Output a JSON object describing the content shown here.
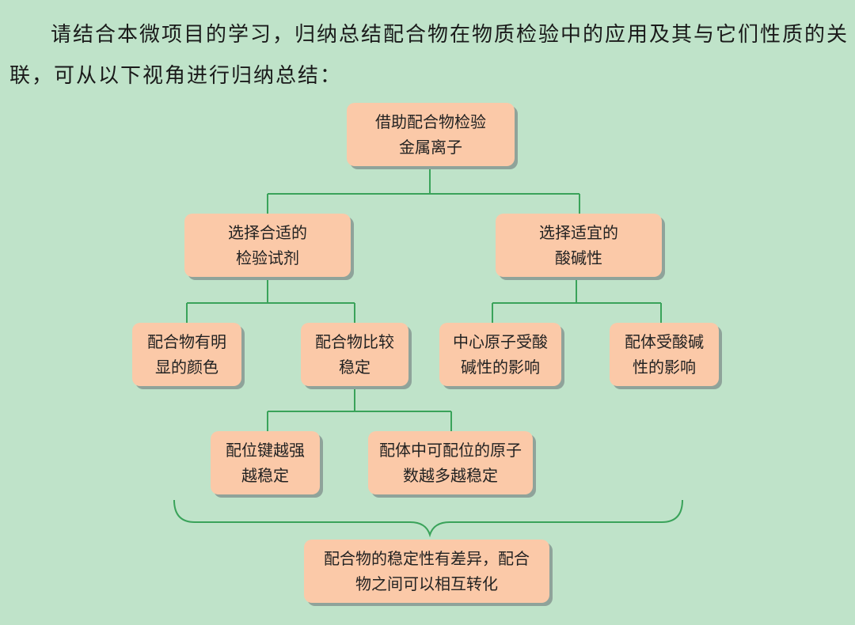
{
  "intro": "请结合本微项目的学习，归纳总结配合物在物质检验中的应用及其与它们性质的关联，可从以下视角进行归纳总结：",
  "nodes": {
    "root": {
      "line1": "借助配合物检验",
      "line2": "金属离子"
    },
    "reagent": {
      "line1": "选择合适的",
      "line2": "检验试剂"
    },
    "acidity": {
      "line1": "选择适宜的",
      "line2": "酸碱性"
    },
    "color": {
      "line1": "配合物有明",
      "line2": "显的颜色"
    },
    "stability": {
      "line1": "配合物比较",
      "line2": "稳定"
    },
    "center_atom": {
      "line1": "中心原子受酸",
      "line2": "碱性的影响"
    },
    "ligand": {
      "line1": "配体受酸碱",
      "line2": "性的影响"
    },
    "bond": {
      "line1": "配位键越强",
      "line2": "越稳定"
    },
    "coord_atoms": {
      "line1": "配体中可配位的原子",
      "line2": "数越多越稳定"
    },
    "conclusion": {
      "line1": "配合物的稳定性有差异，配合",
      "line2": "物之间可以相互转化"
    }
  },
  "colors": {
    "background": "#bfe3c9",
    "box_fill": "#fbc9a8",
    "connector": "#3aa35a"
  }
}
